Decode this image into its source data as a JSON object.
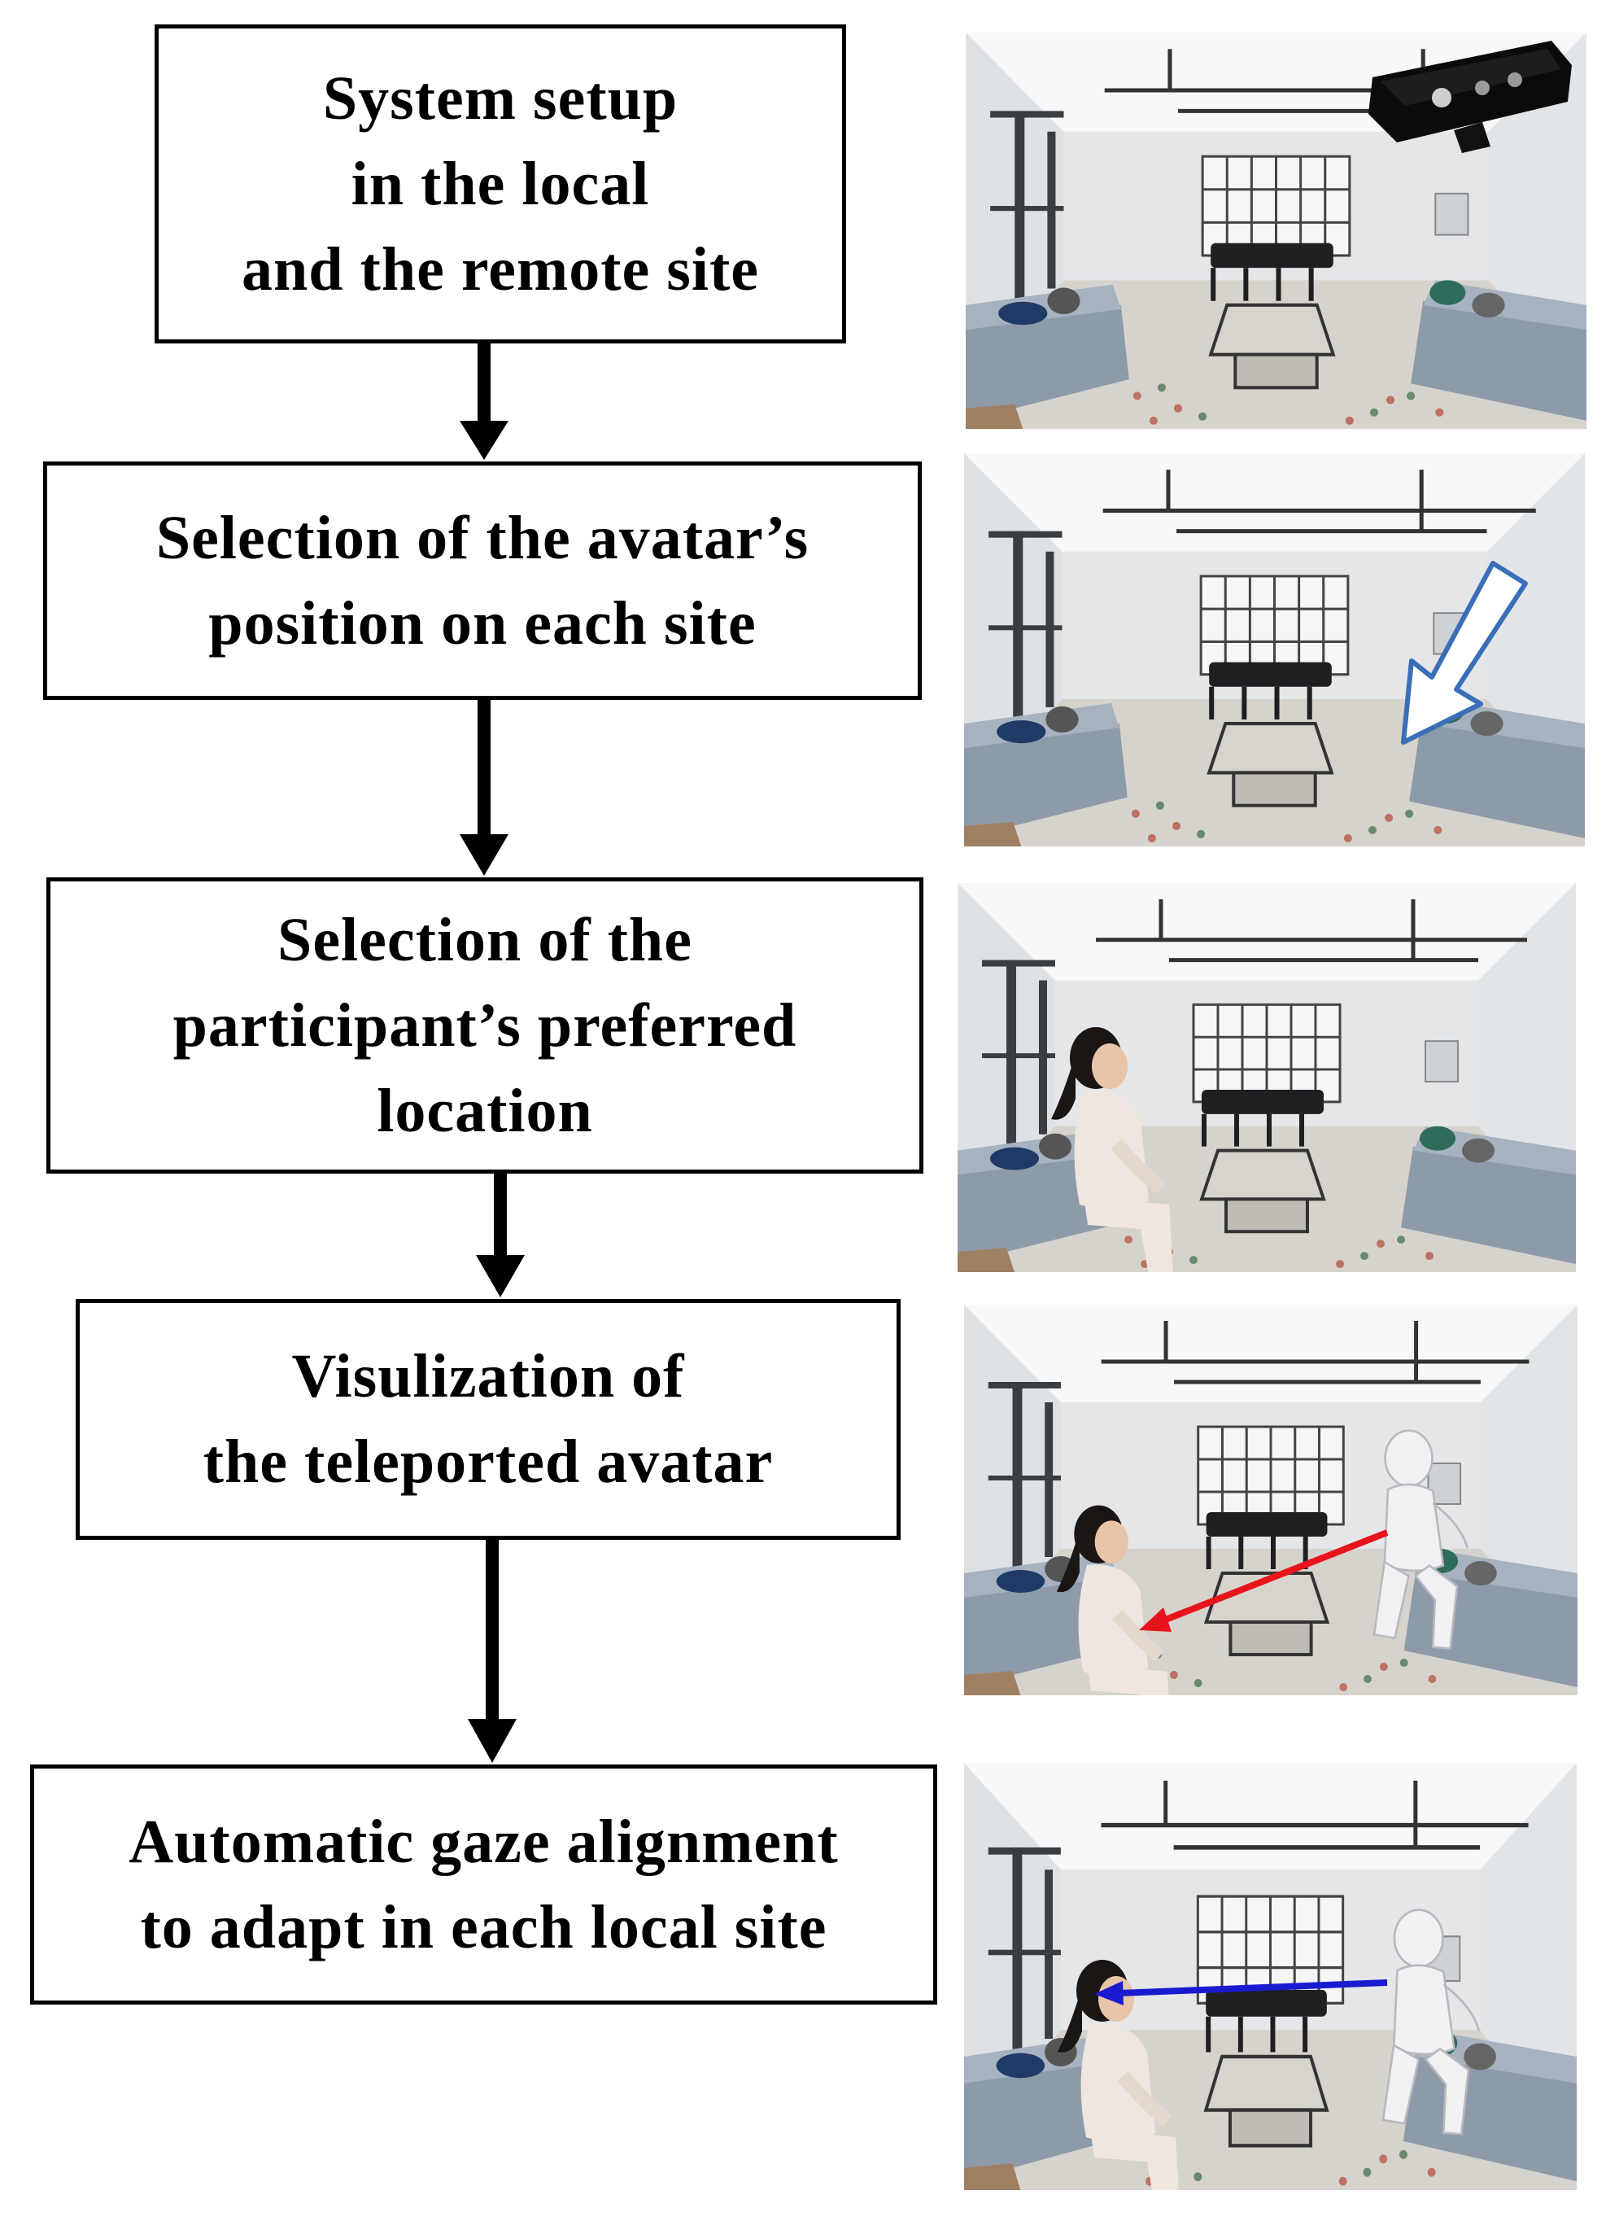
{
  "steps": [
    {
      "label": "System setup\nin the local\nand the remote site"
    },
    {
      "label": "Selection of the avatar’s\nposition on each site"
    },
    {
      "label": "Selection of the\nparticipant’s preferred\nlocation"
    },
    {
      "label": "Visulization of\nthe teleported avatar"
    },
    {
      "label": "Automatic gaze alignment\nto adapt in each local site"
    }
  ],
  "scenes": [
    {
      "overlay": "depth-sensor-camera"
    },
    {
      "overlay": "white-position-arrow"
    },
    {
      "overlay": "seated-participant"
    },
    {
      "overlay": "avatar-with-red-gaze-arrow",
      "gaze_color": "#e8141c"
    },
    {
      "overlay": "avatar-with-blue-gaze-arrow",
      "gaze_color": "#1a1ad0"
    }
  ]
}
